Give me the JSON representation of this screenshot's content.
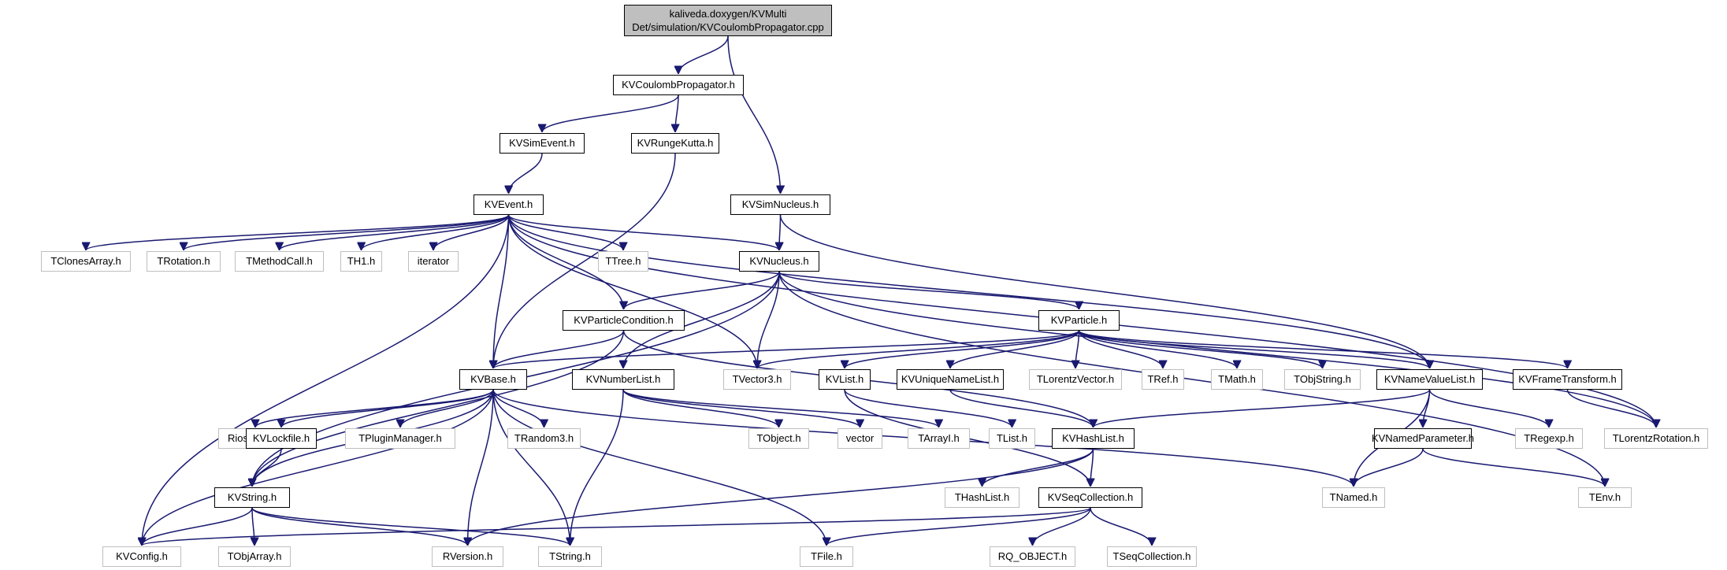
{
  "graph": {
    "title": "kaliveda.doxygen/KVMultiDet/simulation/KVCoulombPropagator.cpp",
    "edge_color": "#191970",
    "root_fill": "#bfbfbf",
    "doc_border": "#000000",
    "ext_border": "#bfbfbf",
    "nodes": [
      {
        "id": "root",
        "label": "kaliveda.doxygen/KVMulti Det/simulation/KVCoulombPropagator.cpp",
        "kind": "root"
      },
      {
        "id": "kvcp",
        "label": "KVCoulombPropagator.h",
        "kind": "doc"
      },
      {
        "id": "kvsimevent",
        "label": "KVSimEvent.h",
        "kind": "doc"
      },
      {
        "id": "kvrk",
        "label": "KVRungeKutta.h",
        "kind": "doc"
      },
      {
        "id": "kvsimnucleus",
        "label": "KVSimNucleus.h",
        "kind": "doc"
      },
      {
        "id": "kvevent",
        "label": "KVEvent.h",
        "kind": "doc"
      },
      {
        "id": "tclones",
        "label": "TClonesArray.h",
        "kind": "ext"
      },
      {
        "id": "trotation",
        "label": "TRotation.h",
        "kind": "ext"
      },
      {
        "id": "tmethodcall",
        "label": "TMethodCall.h",
        "kind": "ext"
      },
      {
        "id": "th1",
        "label": "TH1.h",
        "kind": "ext"
      },
      {
        "id": "iterator",
        "label": "iterator",
        "kind": "ext"
      },
      {
        "id": "ttree",
        "label": "TTree.h",
        "kind": "ext"
      },
      {
        "id": "kvnucleus",
        "label": "KVNucleus.h",
        "kind": "doc"
      },
      {
        "id": "kvpc",
        "label": "KVParticleCondition.h",
        "kind": "doc"
      },
      {
        "id": "kvparticle",
        "label": "KVParticle.h",
        "kind": "doc"
      },
      {
        "id": "kvbase",
        "label": "KVBase.h",
        "kind": "doc"
      },
      {
        "id": "kvnumberlist",
        "label": "KVNumberList.h",
        "kind": "doc"
      },
      {
        "id": "tvector3",
        "label": "TVector3.h",
        "kind": "ext"
      },
      {
        "id": "kvlist",
        "label": "KVList.h",
        "kind": "doc"
      },
      {
        "id": "kvunique",
        "label": "KVUniqueNameList.h",
        "kind": "doc"
      },
      {
        "id": "tlorentzvector",
        "label": "TLorentzVector.h",
        "kind": "ext"
      },
      {
        "id": "tref",
        "label": "TRef.h",
        "kind": "ext"
      },
      {
        "id": "tmath",
        "label": "TMath.h",
        "kind": "ext"
      },
      {
        "id": "tobjstring",
        "label": "TObjString.h",
        "kind": "ext"
      },
      {
        "id": "kvnvl",
        "label": "KVNameValueList.h",
        "kind": "doc"
      },
      {
        "id": "kvframe",
        "label": "KVFrameTransform.h",
        "kind": "doc"
      },
      {
        "id": "riostream",
        "label": "Riostream.h",
        "kind": "ext"
      },
      {
        "id": "kvlockfile",
        "label": "KVLockfile.h",
        "kind": "doc"
      },
      {
        "id": "tplugin",
        "label": "TPluginManager.h",
        "kind": "ext"
      },
      {
        "id": "trandom3",
        "label": "TRandom3.h",
        "kind": "ext"
      },
      {
        "id": "tobject",
        "label": "TObject.h",
        "kind": "ext"
      },
      {
        "id": "vector",
        "label": "vector",
        "kind": "ext"
      },
      {
        "id": "tarrayi",
        "label": "TArrayI.h",
        "kind": "ext"
      },
      {
        "id": "tlist",
        "label": "TList.h",
        "kind": "ext"
      },
      {
        "id": "kvhashlist",
        "label": "KVHashList.h",
        "kind": "doc"
      },
      {
        "id": "kvnamedparam",
        "label": "KVNamedParameter.h",
        "kind": "doc"
      },
      {
        "id": "tregexp",
        "label": "TRegexp.h",
        "kind": "ext"
      },
      {
        "id": "tlorentzrot",
        "label": "TLorentzRotation.h",
        "kind": "ext"
      },
      {
        "id": "kvstring",
        "label": "KVString.h",
        "kind": "doc"
      },
      {
        "id": "thashlist",
        "label": "THashList.h",
        "kind": "ext"
      },
      {
        "id": "kvseq",
        "label": "KVSeqCollection.h",
        "kind": "doc"
      },
      {
        "id": "tnamed",
        "label": "TNamed.h",
        "kind": "ext"
      },
      {
        "id": "tenv",
        "label": "TEnv.h",
        "kind": "ext"
      },
      {
        "id": "kvconfig",
        "label": "KVConfig.h",
        "kind": "ext"
      },
      {
        "id": "tobjarray",
        "label": "TObjArray.h",
        "kind": "ext"
      },
      {
        "id": "rversion",
        "label": "RVersion.h",
        "kind": "ext"
      },
      {
        "id": "tstring",
        "label": "TString.h",
        "kind": "ext"
      },
      {
        "id": "tfile",
        "label": "TFile.h",
        "kind": "ext"
      },
      {
        "id": "rqobject",
        "label": "RQ_OBJECT.h",
        "kind": "ext"
      },
      {
        "id": "tseqcoll",
        "label": "TSeqCollection.h",
        "kind": "ext"
      }
    ],
    "edges": [
      [
        "root",
        "kvcp"
      ],
      [
        "root",
        "kvsimnucleus"
      ],
      [
        "kvcp",
        "kvsimevent"
      ],
      [
        "kvcp",
        "kvrk"
      ],
      [
        "kvsimevent",
        "kvevent"
      ],
      [
        "kvrk",
        "kvbase"
      ],
      [
        "kvsimnucleus",
        "kvnucleus"
      ],
      [
        "kvsimnucleus",
        "kvnvl"
      ],
      [
        "kvevent",
        "tclones"
      ],
      [
        "kvevent",
        "trotation"
      ],
      [
        "kvevent",
        "tmethodcall"
      ],
      [
        "kvevent",
        "th1"
      ],
      [
        "kvevent",
        "iterator"
      ],
      [
        "kvevent",
        "ttree"
      ],
      [
        "kvevent",
        "kvnucleus"
      ],
      [
        "kvevent",
        "kvpc"
      ],
      [
        "kvevent",
        "kvbase"
      ],
      [
        "kvevent",
        "tvector3"
      ],
      [
        "kvevent",
        "kvnvl"
      ],
      [
        "kvevent",
        "tlorentzrot"
      ],
      [
        "kvevent",
        "kvconfig"
      ],
      [
        "kvnucleus",
        "kvpc"
      ],
      [
        "kvnucleus",
        "kvparticle"
      ],
      [
        "kvnucleus",
        "kvnumberlist"
      ],
      [
        "kvnucleus",
        "tvector3"
      ],
      [
        "kvnucleus",
        "kvstring"
      ],
      [
        "kvnucleus",
        "tlorentzrot"
      ],
      [
        "kvnucleus",
        "tenv"
      ],
      [
        "kvpc",
        "kvbase"
      ],
      [
        "kvpc",
        "kvstring"
      ],
      [
        "kvpc",
        "kvhashlist"
      ],
      [
        "kvparticle",
        "kvbase"
      ],
      [
        "kvparticle",
        "tvector3"
      ],
      [
        "kvparticle",
        "kvlist"
      ],
      [
        "kvparticle",
        "kvunique"
      ],
      [
        "kvparticle",
        "tlorentzvector"
      ],
      [
        "kvparticle",
        "tref"
      ],
      [
        "kvparticle",
        "tmath"
      ],
      [
        "kvparticle",
        "tobjstring"
      ],
      [
        "kvparticle",
        "kvnvl"
      ],
      [
        "kvparticle",
        "kvframe"
      ],
      [
        "kvbase",
        "riostream"
      ],
      [
        "kvbase",
        "kvlockfile"
      ],
      [
        "kvbase",
        "tplugin"
      ],
      [
        "kvbase",
        "trandom3"
      ],
      [
        "kvbase",
        "kvstring"
      ],
      [
        "kvbase",
        "rversion"
      ],
      [
        "kvbase",
        "tstring"
      ],
      [
        "kvbase",
        "tfile"
      ],
      [
        "kvbase",
        "tnamed"
      ],
      [
        "kvbase",
        "kvconfig"
      ],
      [
        "kvnumberlist",
        "tstring"
      ],
      [
        "kvnumberlist",
        "tobject"
      ],
      [
        "kvnumberlist",
        "vector"
      ],
      [
        "kvnumberlist",
        "tarrayi"
      ],
      [
        "kvlist",
        "tlist"
      ],
      [
        "kvlist",
        "kvseq"
      ],
      [
        "kvunique",
        "kvhashlist"
      ],
      [
        "kvnvl",
        "kvhashlist"
      ],
      [
        "kvnvl",
        "kvnamedparam"
      ],
      [
        "kvnvl",
        "tregexp"
      ],
      [
        "kvnvl",
        "tnamed"
      ],
      [
        "kvframe",
        "tlorentzrot"
      ],
      [
        "kvlockfile",
        "kvstring"
      ],
      [
        "kvhashlist",
        "thashlist"
      ],
      [
        "kvhashlist",
        "kvseq"
      ],
      [
        "kvhashlist",
        "rversion"
      ],
      [
        "kvnamedparam",
        "tnamed"
      ],
      [
        "kvnamedparam",
        "tenv"
      ],
      [
        "kvstring",
        "kvconfig"
      ],
      [
        "kvstring",
        "tobjarray"
      ],
      [
        "kvstring",
        "rversion"
      ],
      [
        "kvstring",
        "tstring"
      ],
      [
        "kvseq",
        "kvconfig"
      ],
      [
        "kvseq",
        "tfile"
      ],
      [
        "kvseq",
        "rqobject"
      ],
      [
        "kvseq",
        "tseqcoll"
      ]
    ]
  }
}
